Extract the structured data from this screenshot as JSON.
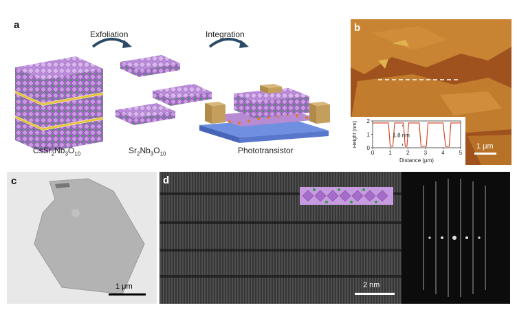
{
  "figure": {
    "panel_a": {
      "label": "a",
      "steps": [
        "Exfoliation",
        "Integration"
      ],
      "captions": {
        "bulk": {
          "pre": "CsSr",
          "s1": "2",
          "mid": "Nb",
          "s2": "3",
          "mid2": "O",
          "s3": "10"
        },
        "nanosheet": {
          "pre": "Sr",
          "s1": "2",
          "mid": "Nb",
          "s2": "3",
          "mid2": "O",
          "s3": "10"
        },
        "device": "Phototransistor"
      }
    },
    "panel_b": {
      "label": "b",
      "scale_bar": "1 μm",
      "profile": {
        "ylabel": "Height (nm)",
        "xlabel": "Distance (μm)",
        "x_ticks": [
          "0",
          "1",
          "2",
          "3",
          "4",
          "5"
        ],
        "y_ticks": [
          "0",
          "1",
          "2"
        ],
        "annotation": "1.8 nm",
        "line_color": "#d23a1a",
        "points": [
          [
            0,
            1.85
          ],
          [
            0.9,
            1.85
          ],
          [
            1.0,
            0.1
          ],
          [
            1.15,
            0.1
          ],
          [
            1.25,
            1.85
          ],
          [
            1.75,
            1.85
          ],
          [
            1.85,
            0.1
          ],
          [
            1.95,
            0.1
          ],
          [
            2.05,
            1.85
          ],
          [
            2.65,
            1.85
          ],
          [
            2.75,
            0.1
          ],
          [
            3.05,
            0.1
          ],
          [
            3.15,
            1.85
          ],
          [
            4.0,
            1.85
          ],
          [
            4.15,
            0.1
          ],
          [
            4.35,
            0.1
          ],
          [
            4.45,
            1.85
          ],
          [
            5,
            1.85
          ]
        ]
      }
    },
    "panel_c": {
      "label": "c",
      "scale_bar": "1 μm"
    },
    "panel_d": {
      "label": "d",
      "scale_bar": "2 nm"
    }
  }
}
